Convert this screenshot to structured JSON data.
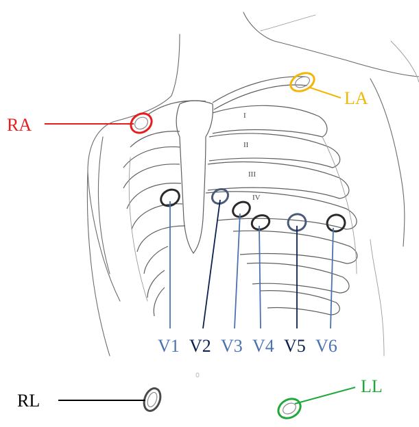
{
  "colors": {
    "RA": "#e81c1c",
    "LA": "#f2b705",
    "RL": "#000000",
    "LL": "#1ea83a",
    "V_light": "#4a72b0",
    "V_dark": "#0b1f4e",
    "sketch": "#6a6a6a"
  },
  "leads": {
    "RA": "RA",
    "LA": "LA",
    "RL": "RL",
    "LL": "LL"
  },
  "precordial": {
    "V1": "V1",
    "V2": "V2",
    "V3": "V3",
    "V4": "V4",
    "V5": "V5",
    "V6": "V6"
  },
  "rib_numerals": [
    "I",
    "II",
    "III",
    "IV"
  ]
}
